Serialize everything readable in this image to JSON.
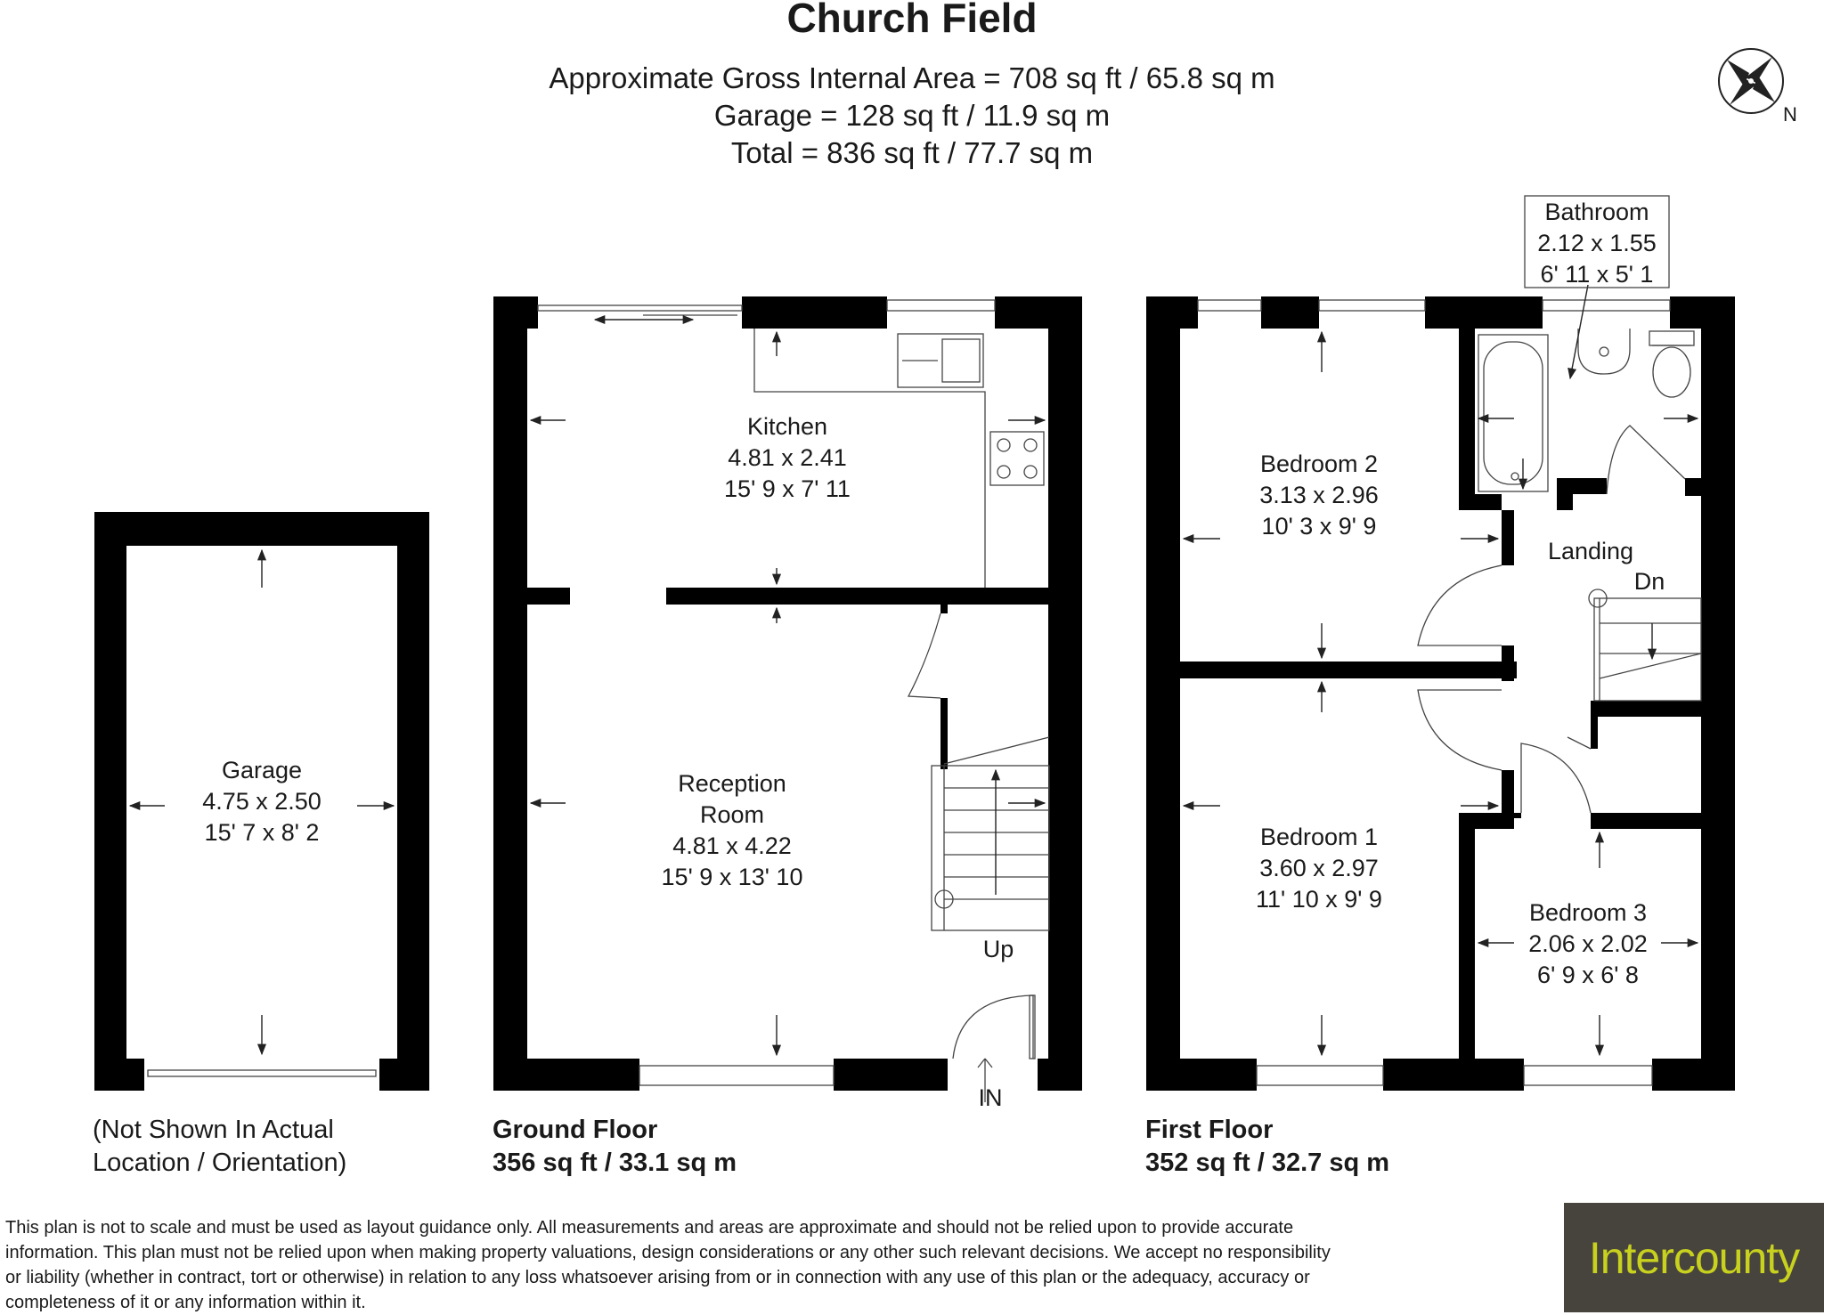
{
  "title": "Church Field",
  "areas": {
    "gross": "Approximate Gross Internal Area = 708 sq ft / 65.8 sq m",
    "garage": "Garage = 128 sq ft / 11.9 sq m",
    "total": "Total = 836 sq ft / 77.7 sq m"
  },
  "compass": {
    "label": "N"
  },
  "rooms": {
    "kitchen": {
      "name": "Kitchen",
      "metric": "4.81 x 2.41",
      "imperial": "15' 9 x 7' 11"
    },
    "reception": {
      "name_line1": "Reception",
      "name_line2": "Room",
      "metric": "4.81 x 4.22",
      "imperial": "15' 9 x 13' 10"
    },
    "garage": {
      "name": "Garage",
      "metric": "4.75 x 2.50",
      "imperial": "15' 7 x 8' 2"
    },
    "bedroom2": {
      "name": "Bedroom 2",
      "metric": "3.13 x 2.96",
      "imperial": "10' 3 x 9' 9"
    },
    "bedroom1": {
      "name": "Bedroom 1",
      "metric": "3.60 x 2.97",
      "imperial": "11' 10 x 9' 9"
    },
    "bedroom3": {
      "name": "Bedroom 3",
      "metric": "2.06 x 2.02",
      "imperial": "6' 9 x 6' 8"
    },
    "bathroom": {
      "name": "Bathroom",
      "metric": "2.12 x 1.55",
      "imperial": "6' 11 x 5' 1"
    },
    "landing": {
      "name": "Landing"
    }
  },
  "markers": {
    "up": "Up",
    "down": "Dn",
    "entrance": "IN"
  },
  "floors": {
    "ground": {
      "name": "Ground Floor",
      "area": "356 sq ft / 33.1 sq m"
    },
    "first": {
      "name": "First Floor",
      "area": "352 sq ft / 32.7 sq m"
    },
    "garage_note_line1": "(Not Shown In Actual",
    "garage_note_line2": "Location / Orientation)"
  },
  "disclaimer": "This plan is not to scale and must be used as layout guidance only. All measurements and areas are approximate and should not be relied upon to provide accurate information. This plan must not be relied upon when making property valuations, design considerations or any other such relevant decisions. We accept no responsibility or liability (whether in contract, tort or otherwise) in relation to any loss whatsoever arising from or in connection with any use of this plan or the adequacy, accuracy or completeness of it or any information within it.",
  "logo_text": "Intercounty",
  "colors": {
    "walls": "#000000",
    "logo_background": "#47433d",
    "logo_text": "#c7d11e"
  }
}
